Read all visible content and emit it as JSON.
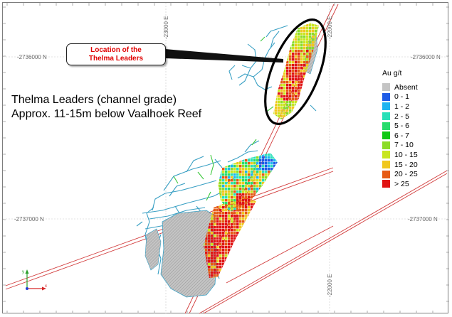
{
  "callout": {
    "line1": "Location of the",
    "line2": "Thelma Leaders"
  },
  "map_title": {
    "line1": "Thelma Leaders (channel grade)",
    "line2": "Approx. 11-15m below Vaalhoek Reef"
  },
  "coordinates": {
    "northing_2736000_left": "-2736000 N",
    "northing_2736000_right": "-2736000 N",
    "northing_2737000_left": "-2737000 N",
    "northing_2737000_right": "-2737000 N",
    "easting_23000_top": "-23000 E",
    "easting_22000_top": "-22000 E",
    "easting_22000_bottom": "-22000 E"
  },
  "legend": {
    "title": "Au g/t",
    "items": [
      {
        "label": "Absent",
        "color": "#c4c4c4"
      },
      {
        "label": "0 - 1",
        "color": "#1e5be6"
      },
      {
        "label": "1 - 2",
        "color": "#1eb4f0"
      },
      {
        "label": "2 - 5",
        "color": "#28e0b8"
      },
      {
        "label": "5 - 6",
        "color": "#28dc6c"
      },
      {
        "label": "6 - 7",
        "color": "#10c814"
      },
      {
        "label": "7 - 10",
        "color": "#8cdc28"
      },
      {
        "label": "10 - 15",
        "color": "#c8e61e"
      },
      {
        "label": "15 - 20",
        "color": "#f0c81e"
      },
      {
        "label": "20 - 25",
        "color": "#e65a14"
      },
      {
        "label": "> 25",
        "color": "#e01414"
      }
    ]
  },
  "colors": {
    "workings": "#3aa0c4",
    "green_workings": "#3cc83c",
    "faults": "#d23c3c",
    "highlight_ellipse": "#000000",
    "grid": "#bdbdbd"
  }
}
